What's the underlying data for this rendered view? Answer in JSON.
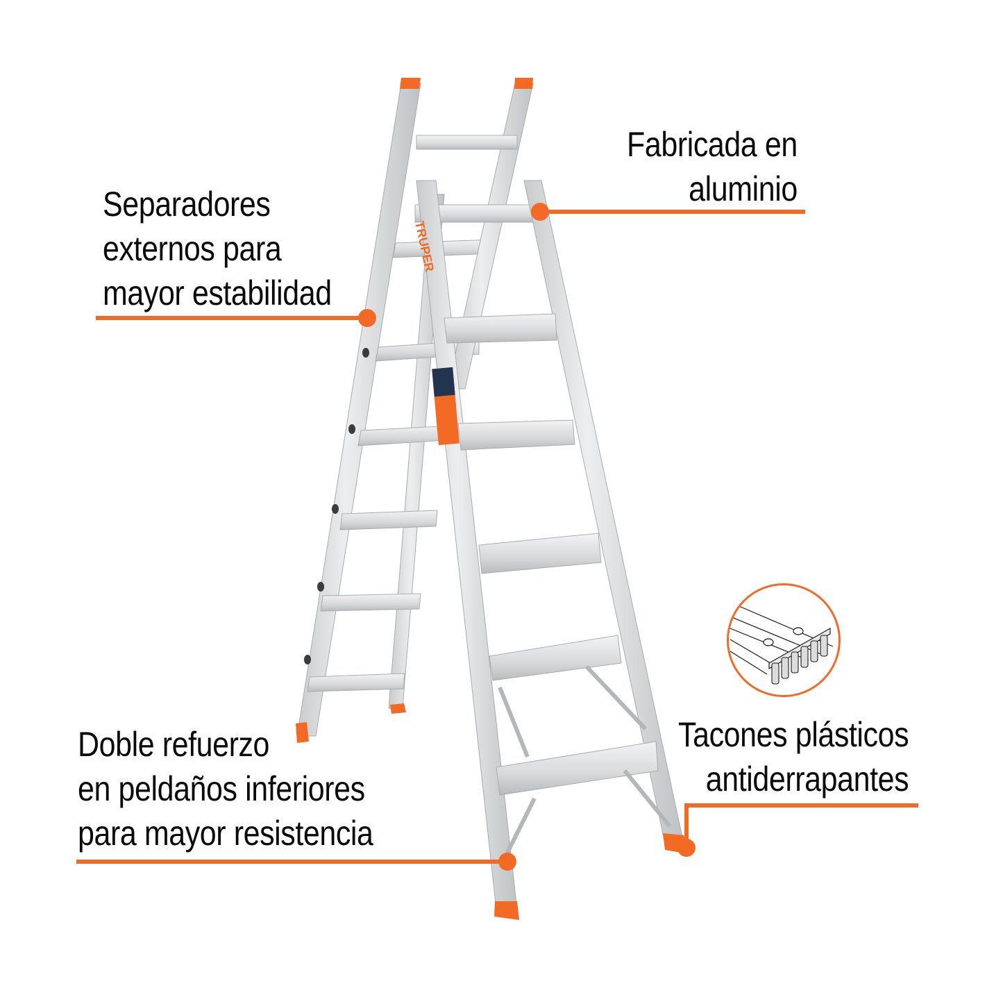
{
  "product": {
    "brand": "TRUPER",
    "type": "aluminum multipurpose ladder",
    "accent_color": "#f26a24",
    "metal_color": "#d9dadb"
  },
  "callouts": {
    "top_right": {
      "lines": [
        "Fabricada en",
        "aluminio"
      ]
    },
    "top_left": {
      "lines": [
        "Separadores",
        "externos para",
        "mayor estabilidad"
      ]
    },
    "bottom_left": {
      "lines": [
        "Doble refuerzo",
        "en peldaños inferiores",
        "para mayor resistencia"
      ]
    },
    "bottom_right": {
      "lines": [
        "Tacones plásticos",
        "antiderrapantes"
      ]
    }
  },
  "icons": {
    "inset_detail": "non-slip-foot-detail-icon",
    "leader_dot": "callout-dot"
  }
}
